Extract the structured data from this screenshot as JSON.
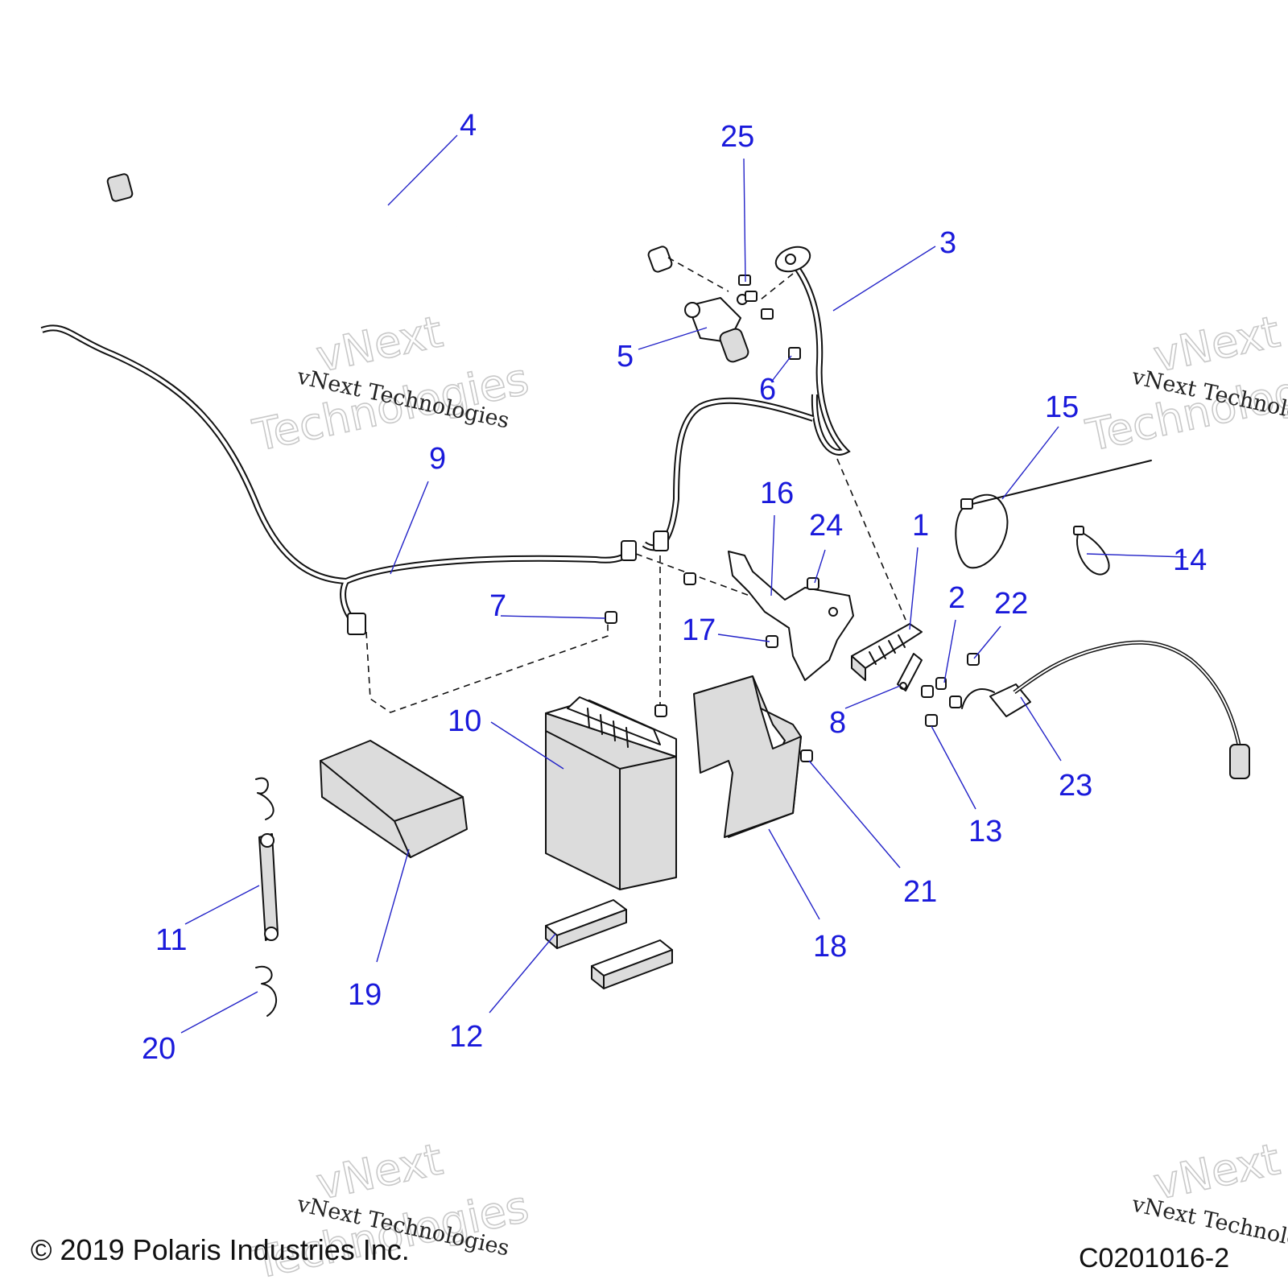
{
  "diagram": {
    "callouts": [
      {
        "num": "1"
      },
      {
        "num": "2"
      },
      {
        "num": "3"
      },
      {
        "num": "4"
      },
      {
        "num": "5"
      },
      {
        "num": "6"
      },
      {
        "num": "7"
      },
      {
        "num": "8"
      },
      {
        "num": "9"
      },
      {
        "num": "10"
      },
      {
        "num": "11"
      },
      {
        "num": "12"
      },
      {
        "num": "13"
      },
      {
        "num": "14"
      },
      {
        "num": "15"
      },
      {
        "num": "16"
      },
      {
        "num": "17"
      },
      {
        "num": "18"
      },
      {
        "num": "19"
      },
      {
        "num": "20"
      },
      {
        "num": "21"
      },
      {
        "num": "22"
      },
      {
        "num": "23"
      },
      {
        "num": "24"
      },
      {
        "num": "25"
      }
    ],
    "watermark_small": "vNext Technologies",
    "watermark_large_1": "vNext",
    "watermark_large_2": "Technologies",
    "callout_color": "#1a1adb"
  },
  "footer": {
    "copyright": "© 2019 Polaris Industries Inc.",
    "diagram_code": "C0201016-2"
  }
}
